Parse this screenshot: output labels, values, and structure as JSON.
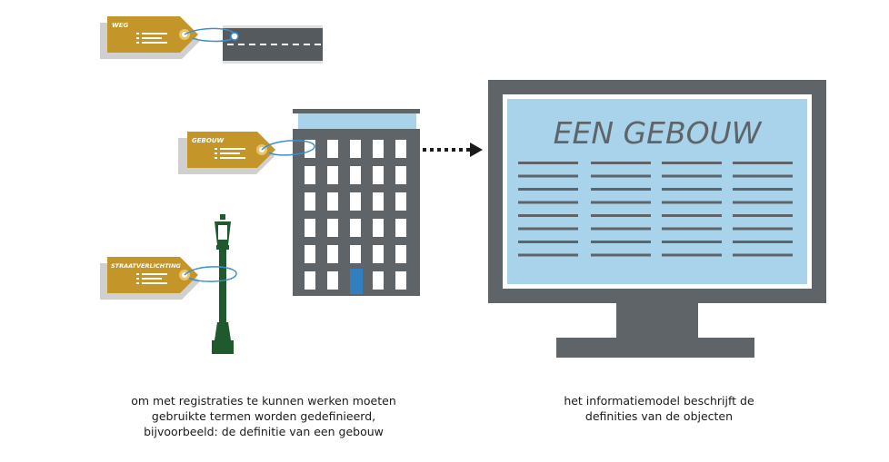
{
  "tags": {
    "weg": "WEG",
    "gebouw": "GEBOUW",
    "straatverlichting": "STRAATVERLICHTING"
  },
  "monitor": {
    "heading": "EEN GEBOUW"
  },
  "captions": {
    "left": [
      "om met registraties te kunnen werken moeten",
      "gebruikte termen worden gedefinieerd,",
      "bijvoorbeeld: de definitie van een gebouw"
    ],
    "right": [
      "het informatiemodel beschrijft de",
      "definities van de objecten"
    ]
  },
  "colors": {
    "tag_gold": "#c4962a",
    "tag_shadow": "#cfcfcf",
    "building_gray": "#5f6468",
    "window_white": "#ffffff",
    "door_blue": "#2f7fc1",
    "roof_blue": "#a9d3ea",
    "screen_blue": "#a9d3ea",
    "monitor_gray": "#5f6468",
    "lamp_green": "#1f5a2e",
    "string_blue": "#3a8fd0",
    "road_gray": "#555a5e"
  },
  "icons": [
    "price-tag-icon",
    "road-icon",
    "building-icon",
    "street-lamp-icon",
    "arrow-icon",
    "monitor-icon"
  ]
}
